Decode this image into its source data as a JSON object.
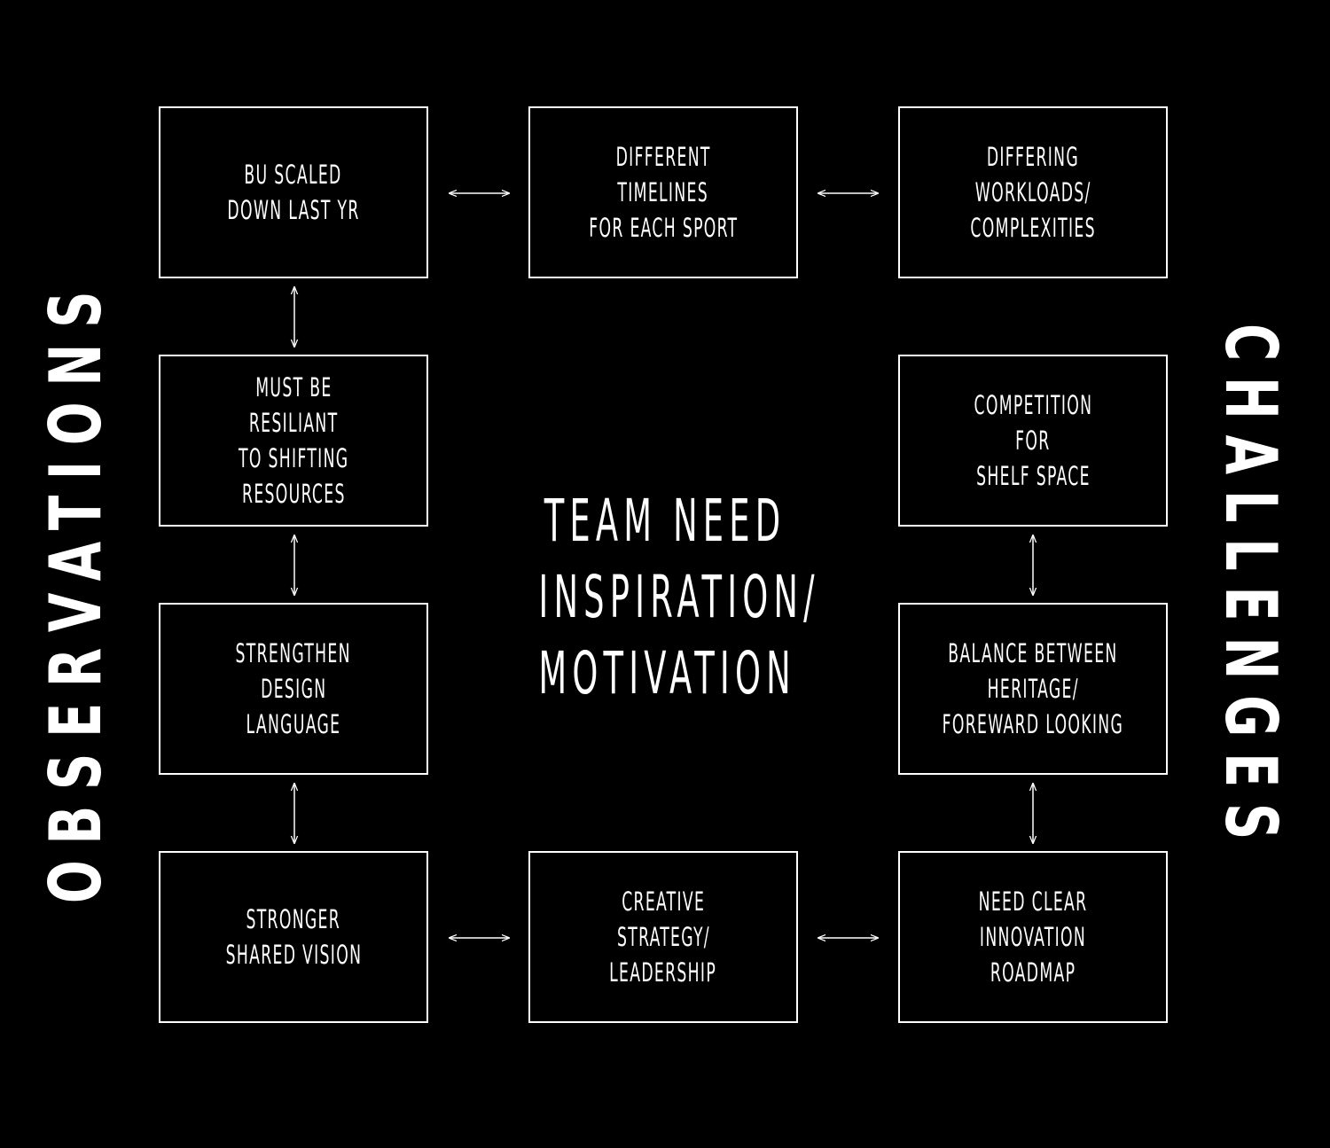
{
  "side_labels": {
    "left": "OBSERVATIONS",
    "right": "CHALLENGES"
  },
  "center": {
    "lines": [
      "TEAM NEED",
      "INSPIRATION/",
      "MOTIVATION"
    ]
  },
  "boxes": {
    "bu_scaled": [
      "BU SCALED",
      "DOWN LAST YR"
    ],
    "timelines": [
      "DIFFERENT",
      "TIMELINES",
      "FOR EACH SPORT"
    ],
    "workloads": [
      "DIFFERING",
      "WORKLOADS/",
      "COMPLEXITIES"
    ],
    "resiliant": [
      "MUST BE",
      "RESILIANT",
      "TO SHIFTING",
      "RESOURCES"
    ],
    "competition": [
      "COMPETITION",
      "FOR",
      "SHELF SPACE"
    ],
    "design_language": [
      "STRENGTHEN",
      "DESIGN",
      "LANGUAGE"
    ],
    "balance": [
      "BALANCE BETWEEN",
      "HERITAGE/",
      "FOREWARD LOOKING"
    ],
    "shared_vision": [
      "STRONGER",
      "SHARED VISION"
    ],
    "creative_strategy": [
      "CREATIVE",
      "STRATEGY/",
      "LEADERSHIP"
    ],
    "roadmap": [
      "NEED CLEAR",
      "INNOVATION",
      "ROADMAP"
    ]
  },
  "colors": {
    "background": "#000000",
    "foreground": "#ffffff"
  }
}
